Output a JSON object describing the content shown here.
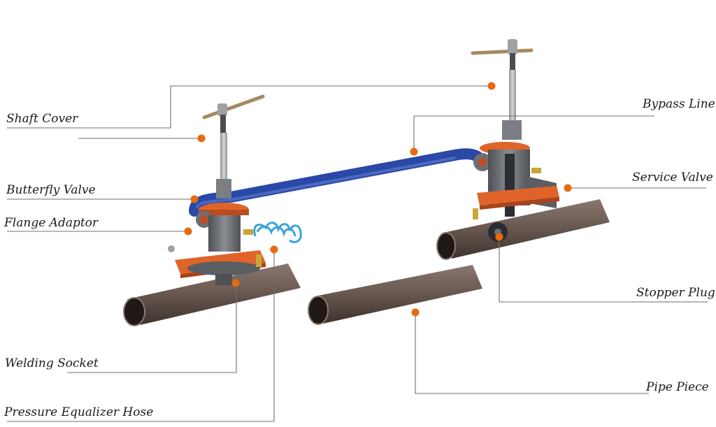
{
  "labels": {
    "shaft_cover": "Shaft Cover",
    "butterfly_valve": "Butterfly Valve",
    "flange_adaptor": "Flange Adaptor",
    "welding_socket": "Welding Socket",
    "pressure_equalizer_hose": "Pressure Equalizer Hose",
    "bypass_line": "Bypass Line",
    "service_valve": "Service Valve",
    "stopper_plug": "Stopper Plug",
    "pipe_piece": "Pipe Piece"
  },
  "colors": {
    "callout_dot": "#e86a0f",
    "leader_line": "#6f6f6f",
    "pipe": "#6b5a52",
    "bypass_hose": "#2a49a6",
    "fitting_orange": "#e0642a",
    "body_grey": "#6c6f74",
    "equalizer_hose": "#3aa2dc"
  }
}
